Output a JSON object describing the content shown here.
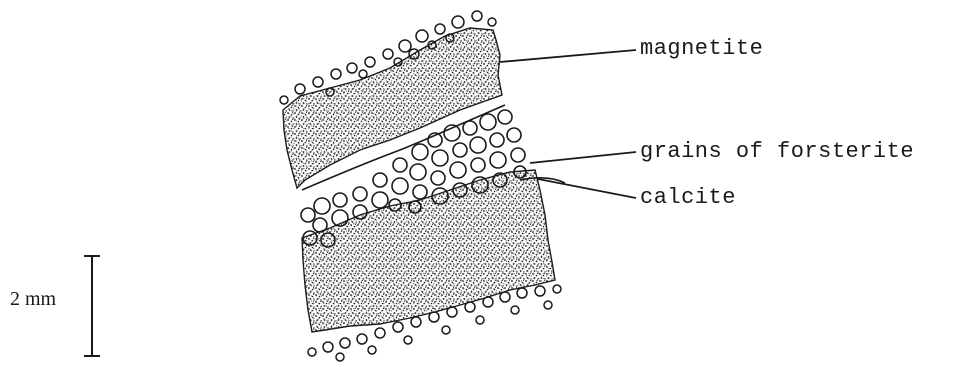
{
  "labels": {
    "magnetite": "magnetite",
    "forsterite": "grains of forsterite",
    "calcite": "calcite"
  },
  "scale_bar": {
    "label": "2 mm"
  },
  "colors": {
    "ink": "#1a1a1a",
    "stipple": "#222222"
  }
}
